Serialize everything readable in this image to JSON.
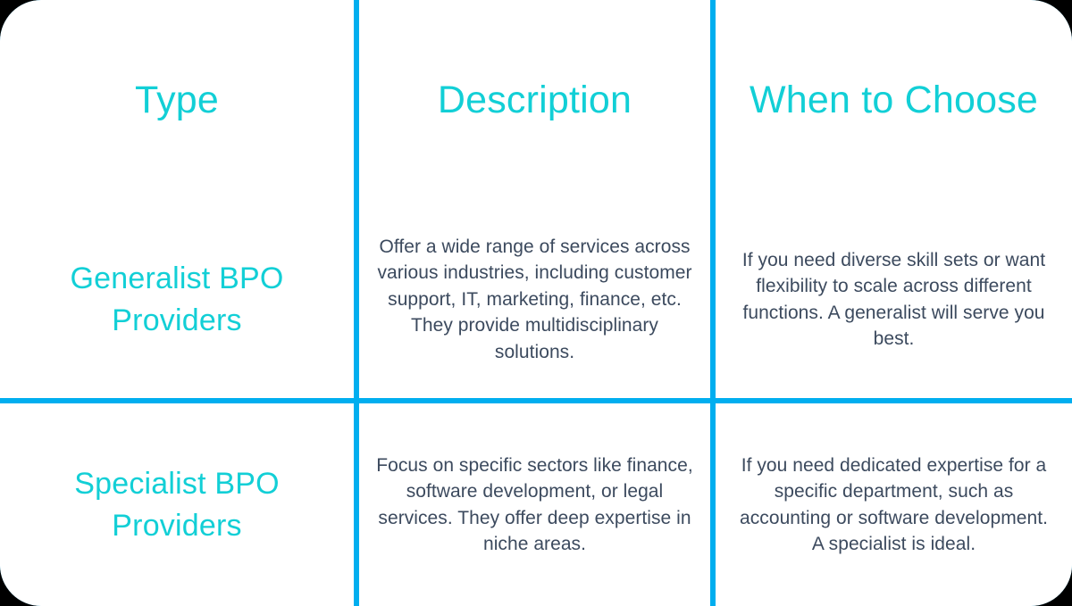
{
  "table": {
    "accent_border_color": "#00AEEF",
    "heading_color": "#12CFD6",
    "body_text_color": "#3C4A5E",
    "cell_background_color": "#FFFFFF",
    "columns": [
      {
        "key": "type",
        "header": "Type"
      },
      {
        "key": "description",
        "header": "Description"
      },
      {
        "key": "when_to_choose",
        "header": "When to Choose"
      }
    ],
    "rows": [
      {
        "type": "Generalist BPO Providers",
        "description": "Offer a wide range of services across various industries, including customer support, IT, marketing, finance, etc. They provide multidisciplinary solutions.",
        "when_to_choose": "If you need diverse skill sets or want flexibility to scale across different functions. A generalist will serve you best."
      },
      {
        "type": "Specialist BPO Providers",
        "description": "Focus on specific sectors like finance, software development, or legal services. They offer deep expertise in niche areas.",
        "when_to_choose": "If you need dedicated expertise for a specific department, such as accounting or software development. A specialist is ideal."
      }
    ]
  }
}
